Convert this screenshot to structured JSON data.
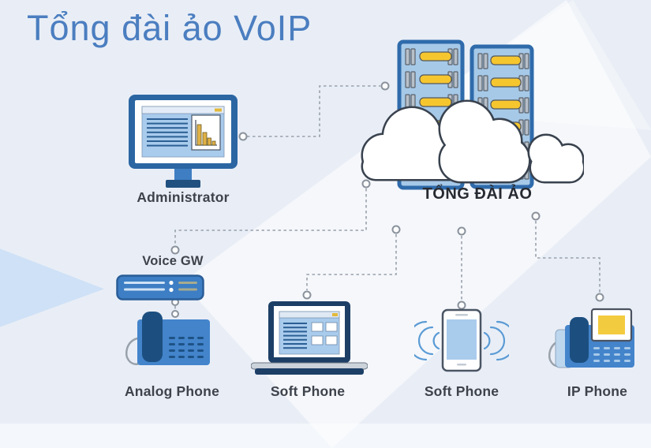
{
  "title": "Tổng đài ảo VoIP",
  "diagram": {
    "nodes": [
      {
        "id": "administrator",
        "label": "Administrator",
        "icon": "desktop-monitor-icon"
      },
      {
        "id": "virtual-pbx-cloud",
        "label": "TỔNG ĐÀI ẢO",
        "icon": "cloud-servers-icon"
      },
      {
        "id": "voice-gw",
        "label": "Voice GW",
        "icon": "gateway-device-icon"
      },
      {
        "id": "analog-phone",
        "label": "Analog Phone",
        "icon": "analog-phone-icon"
      },
      {
        "id": "soft-phone-laptop",
        "label": "Soft Phone",
        "icon": "laptop-icon"
      },
      {
        "id": "soft-phone-mobile",
        "label": "Soft Phone",
        "icon": "smartphone-icon"
      },
      {
        "id": "ip-phone",
        "label": "IP Phone",
        "icon": "ip-phone-icon"
      }
    ],
    "connections": [
      {
        "from": "administrator",
        "to": "virtual-pbx-cloud"
      },
      {
        "from": "virtual-pbx-cloud",
        "to": "voice-gw"
      },
      {
        "from": "voice-gw",
        "to": "analog-phone"
      },
      {
        "from": "virtual-pbx-cloud",
        "to": "soft-phone-laptop"
      },
      {
        "from": "virtual-pbx-cloud",
        "to": "soft-phone-mobile"
      },
      {
        "from": "virtual-pbx-cloud",
        "to": "ip-phone"
      }
    ]
  },
  "colors": {
    "background": "#e9eef6",
    "title_blue": "#4b7ec0",
    "label_gray": "#3d424b",
    "cloud_label_dark": "#272b31",
    "device_blue": "#4384cb",
    "device_dark_blue": "#1c4f80",
    "navy": "#1d3f66",
    "screen_light_blue": "#a9cbec",
    "server_fill": "#a6c9e8",
    "server_border": "#2f6bab",
    "accent_yellow": "#f6c62f",
    "connector_gray": "#99a1ab",
    "left_triangle_blue": "#cfe1f6"
  }
}
